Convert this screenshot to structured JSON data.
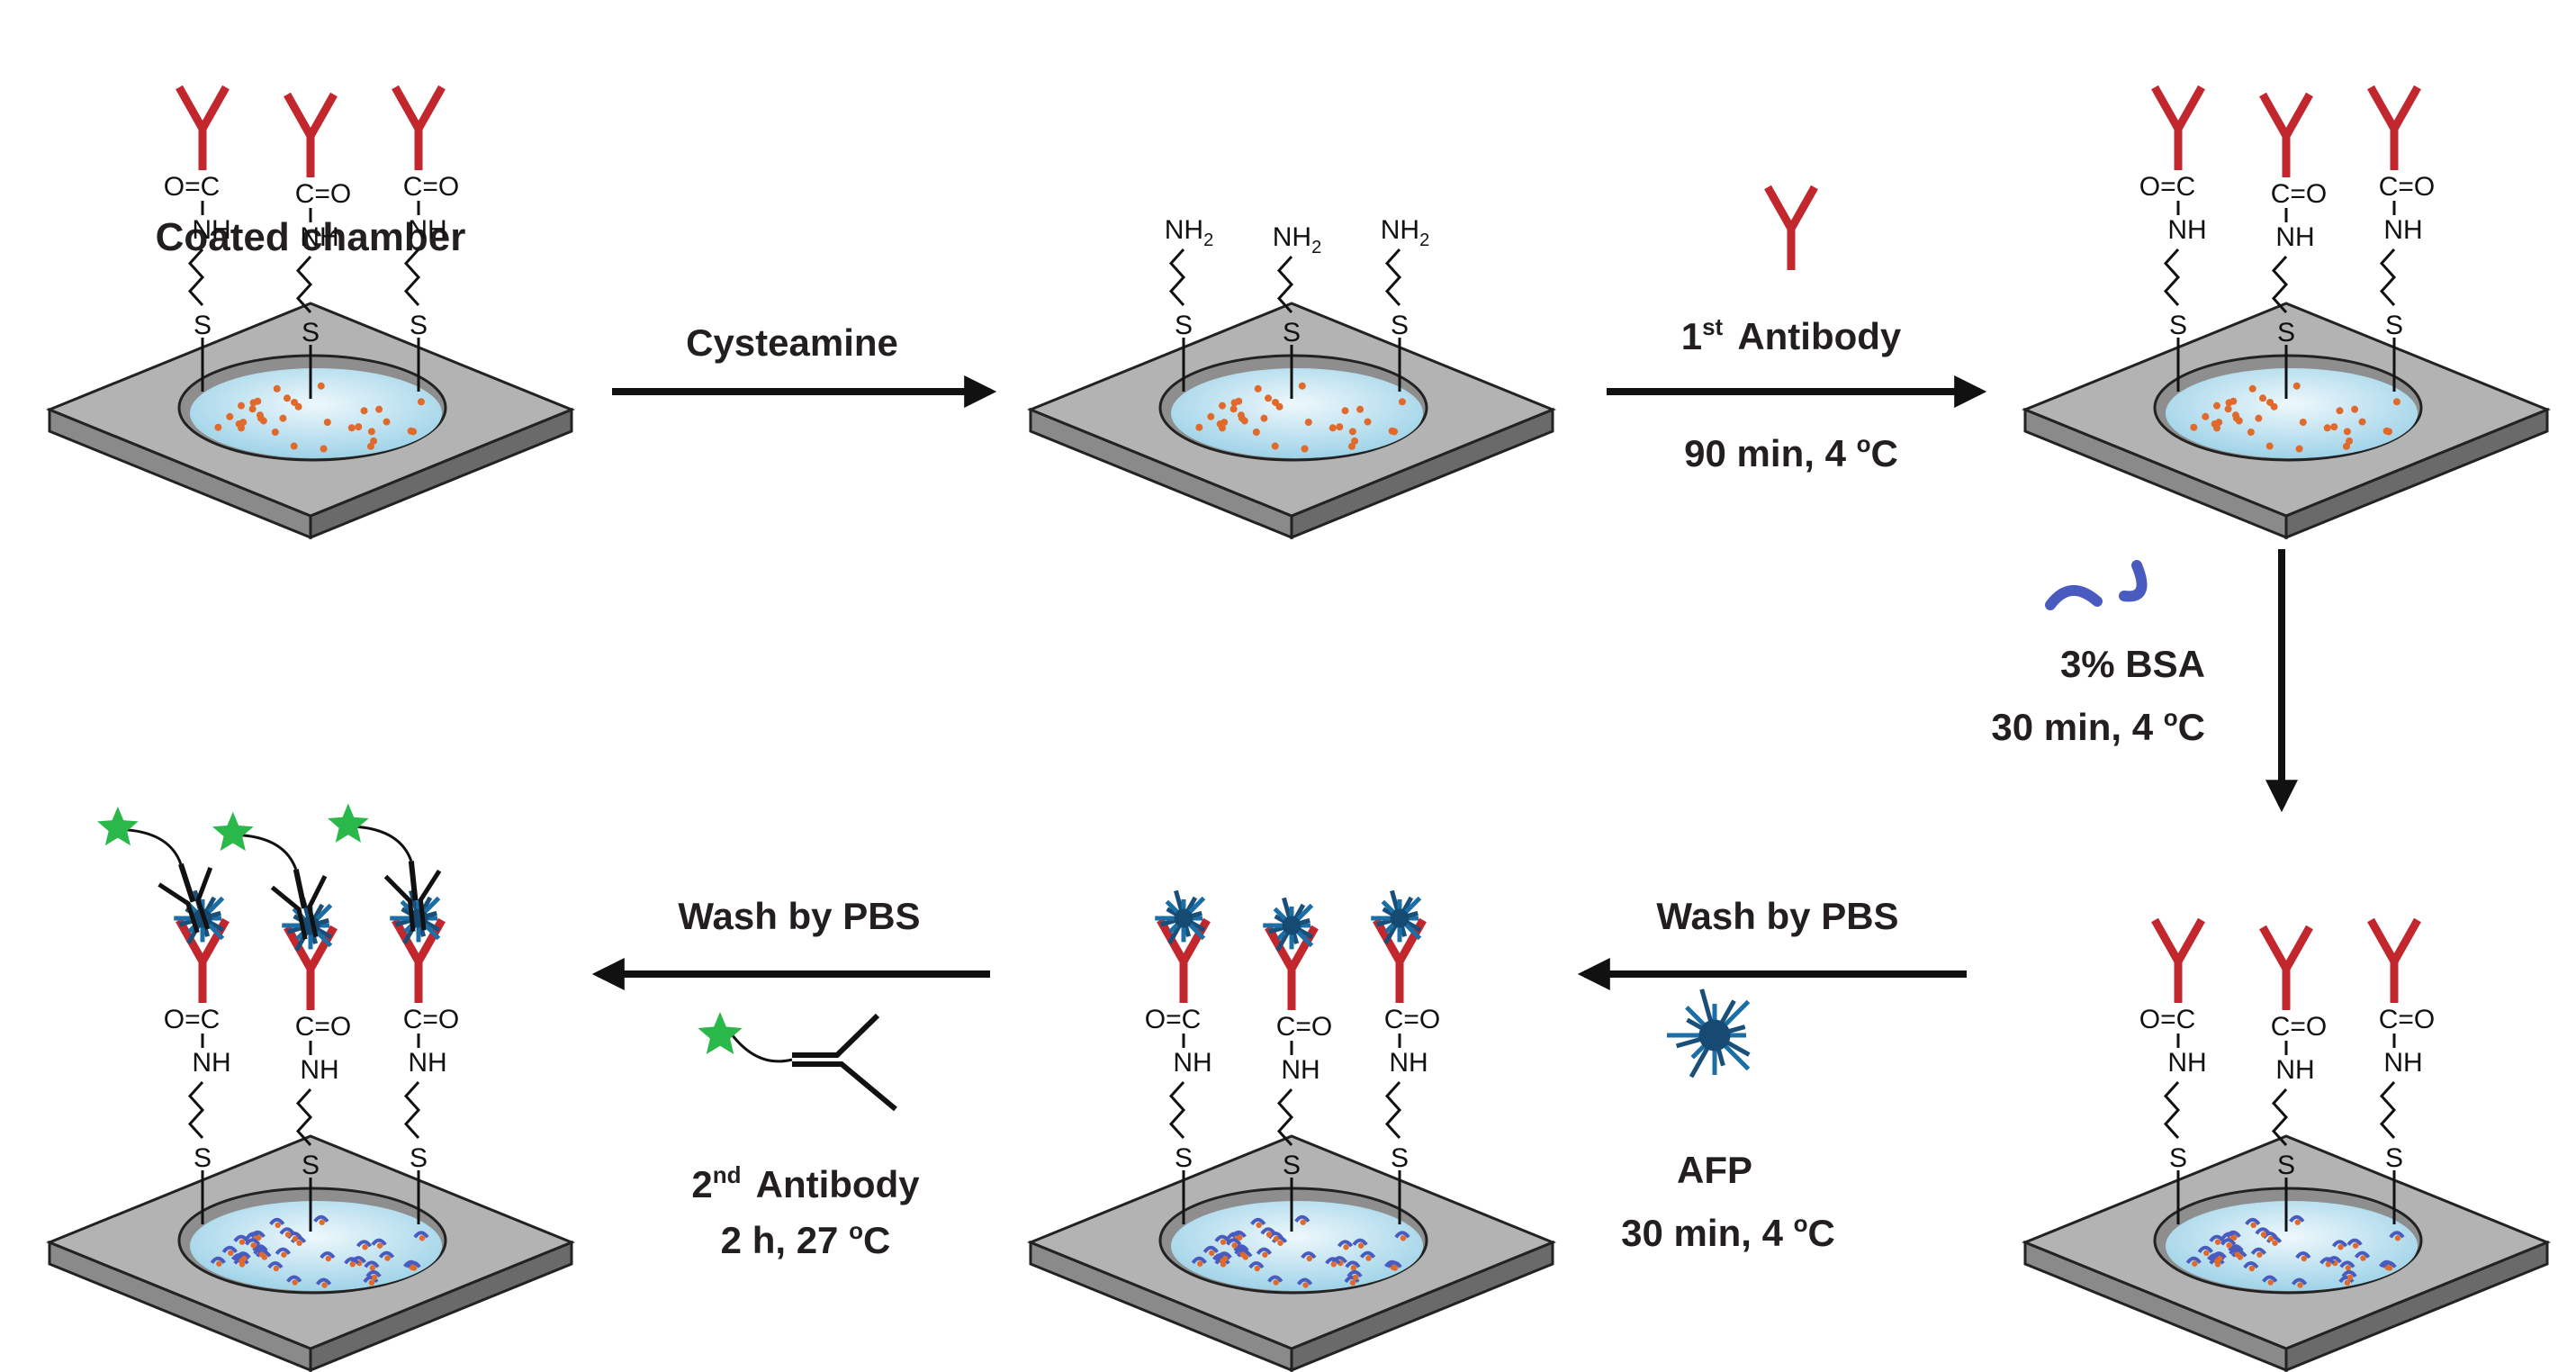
{
  "title": "Coated chamber",
  "steps": {
    "s1": {
      "line1": "Cysteamine"
    },
    "s2": {
      "line1": "1",
      "line1_sup": "st",
      "line1_tail": " Antibody",
      "line2": "90 min, 4 ",
      "line2_sup": "o",
      "line2_tail": "C"
    },
    "s3": {
      "line1": "3% BSA",
      "line2": "30 min, 4 ",
      "line2_sup": "o",
      "line2_tail": "C"
    },
    "s4": {
      "line0": "Wash by PBS",
      "line1": "AFP",
      "line2": "30 min, 4 ",
      "line2_sup": "o",
      "line2_tail": "C"
    },
    "s5": {
      "line0": "Wash by PBS",
      "line1": "2",
      "line1_sup": "nd",
      "line1_tail": " Antibody",
      "line2": "2 h, 27 ",
      "line2_sup": "o",
      "line2_tail": "C"
    }
  },
  "chem": {
    "amine_main": "NH",
    "amine_sub": "2",
    "sulfur": "S",
    "imine": "NH",
    "carbonyl_left": "O=C",
    "carbonyl_right": "C=O"
  },
  "colors": {
    "plate_top": "#b3b3b3",
    "plate_side": "#7d7d7d",
    "well_fill": "#cbe9f3",
    "gold_dots": "#e06a2b",
    "antibody_primary": "#c1272d",
    "antibody_secondary": "#111111",
    "bsa": "#4a5bbf",
    "afp": "#1b6fa6",
    "fluorophore": "#2bb84a",
    "arrow": "#111111"
  }
}
